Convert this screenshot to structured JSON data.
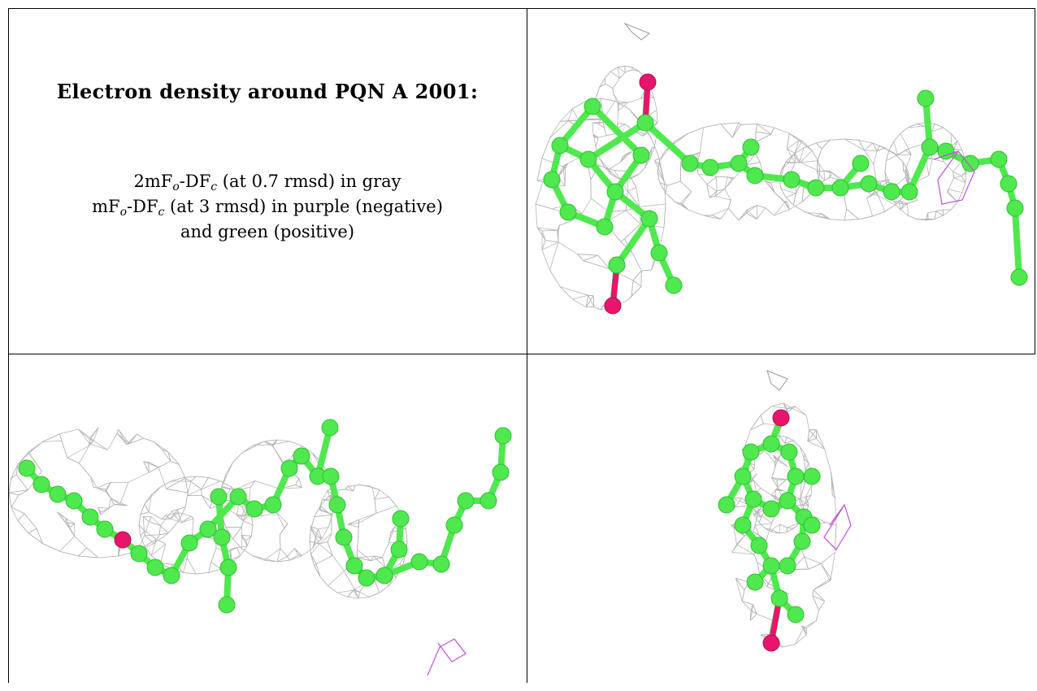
{
  "header": {
    "title": "Electron density around PQN A 2001:"
  },
  "legend": {
    "line1": {
      "pre": "2mF",
      "sub1": "o",
      "mid": "-DF",
      "sub2": "c",
      "post": " (at 0.7 rmsd) in gray"
    },
    "line2": {
      "pre": "mF",
      "sub1": "o",
      "mid": "-DF",
      "sub2": "c",
      "post": " (at 3 rmsd) in purple (negative)"
    },
    "line3": "and green (positive)"
  },
  "colors": {
    "atom_carbon": "#4fe84f",
    "atom_oxygen": "#e8156e",
    "mesh_2fofc": "#a8a8a8",
    "mesh_negative": "#c050d8",
    "border": "#000000"
  },
  "panels": [
    {
      "view": "top-right",
      "description_icon": "molecule-view"
    },
    {
      "view": "bottom-left",
      "description_icon": "molecule-view"
    },
    {
      "view": "bottom-right",
      "description_icon": "molecule-view"
    }
  ]
}
